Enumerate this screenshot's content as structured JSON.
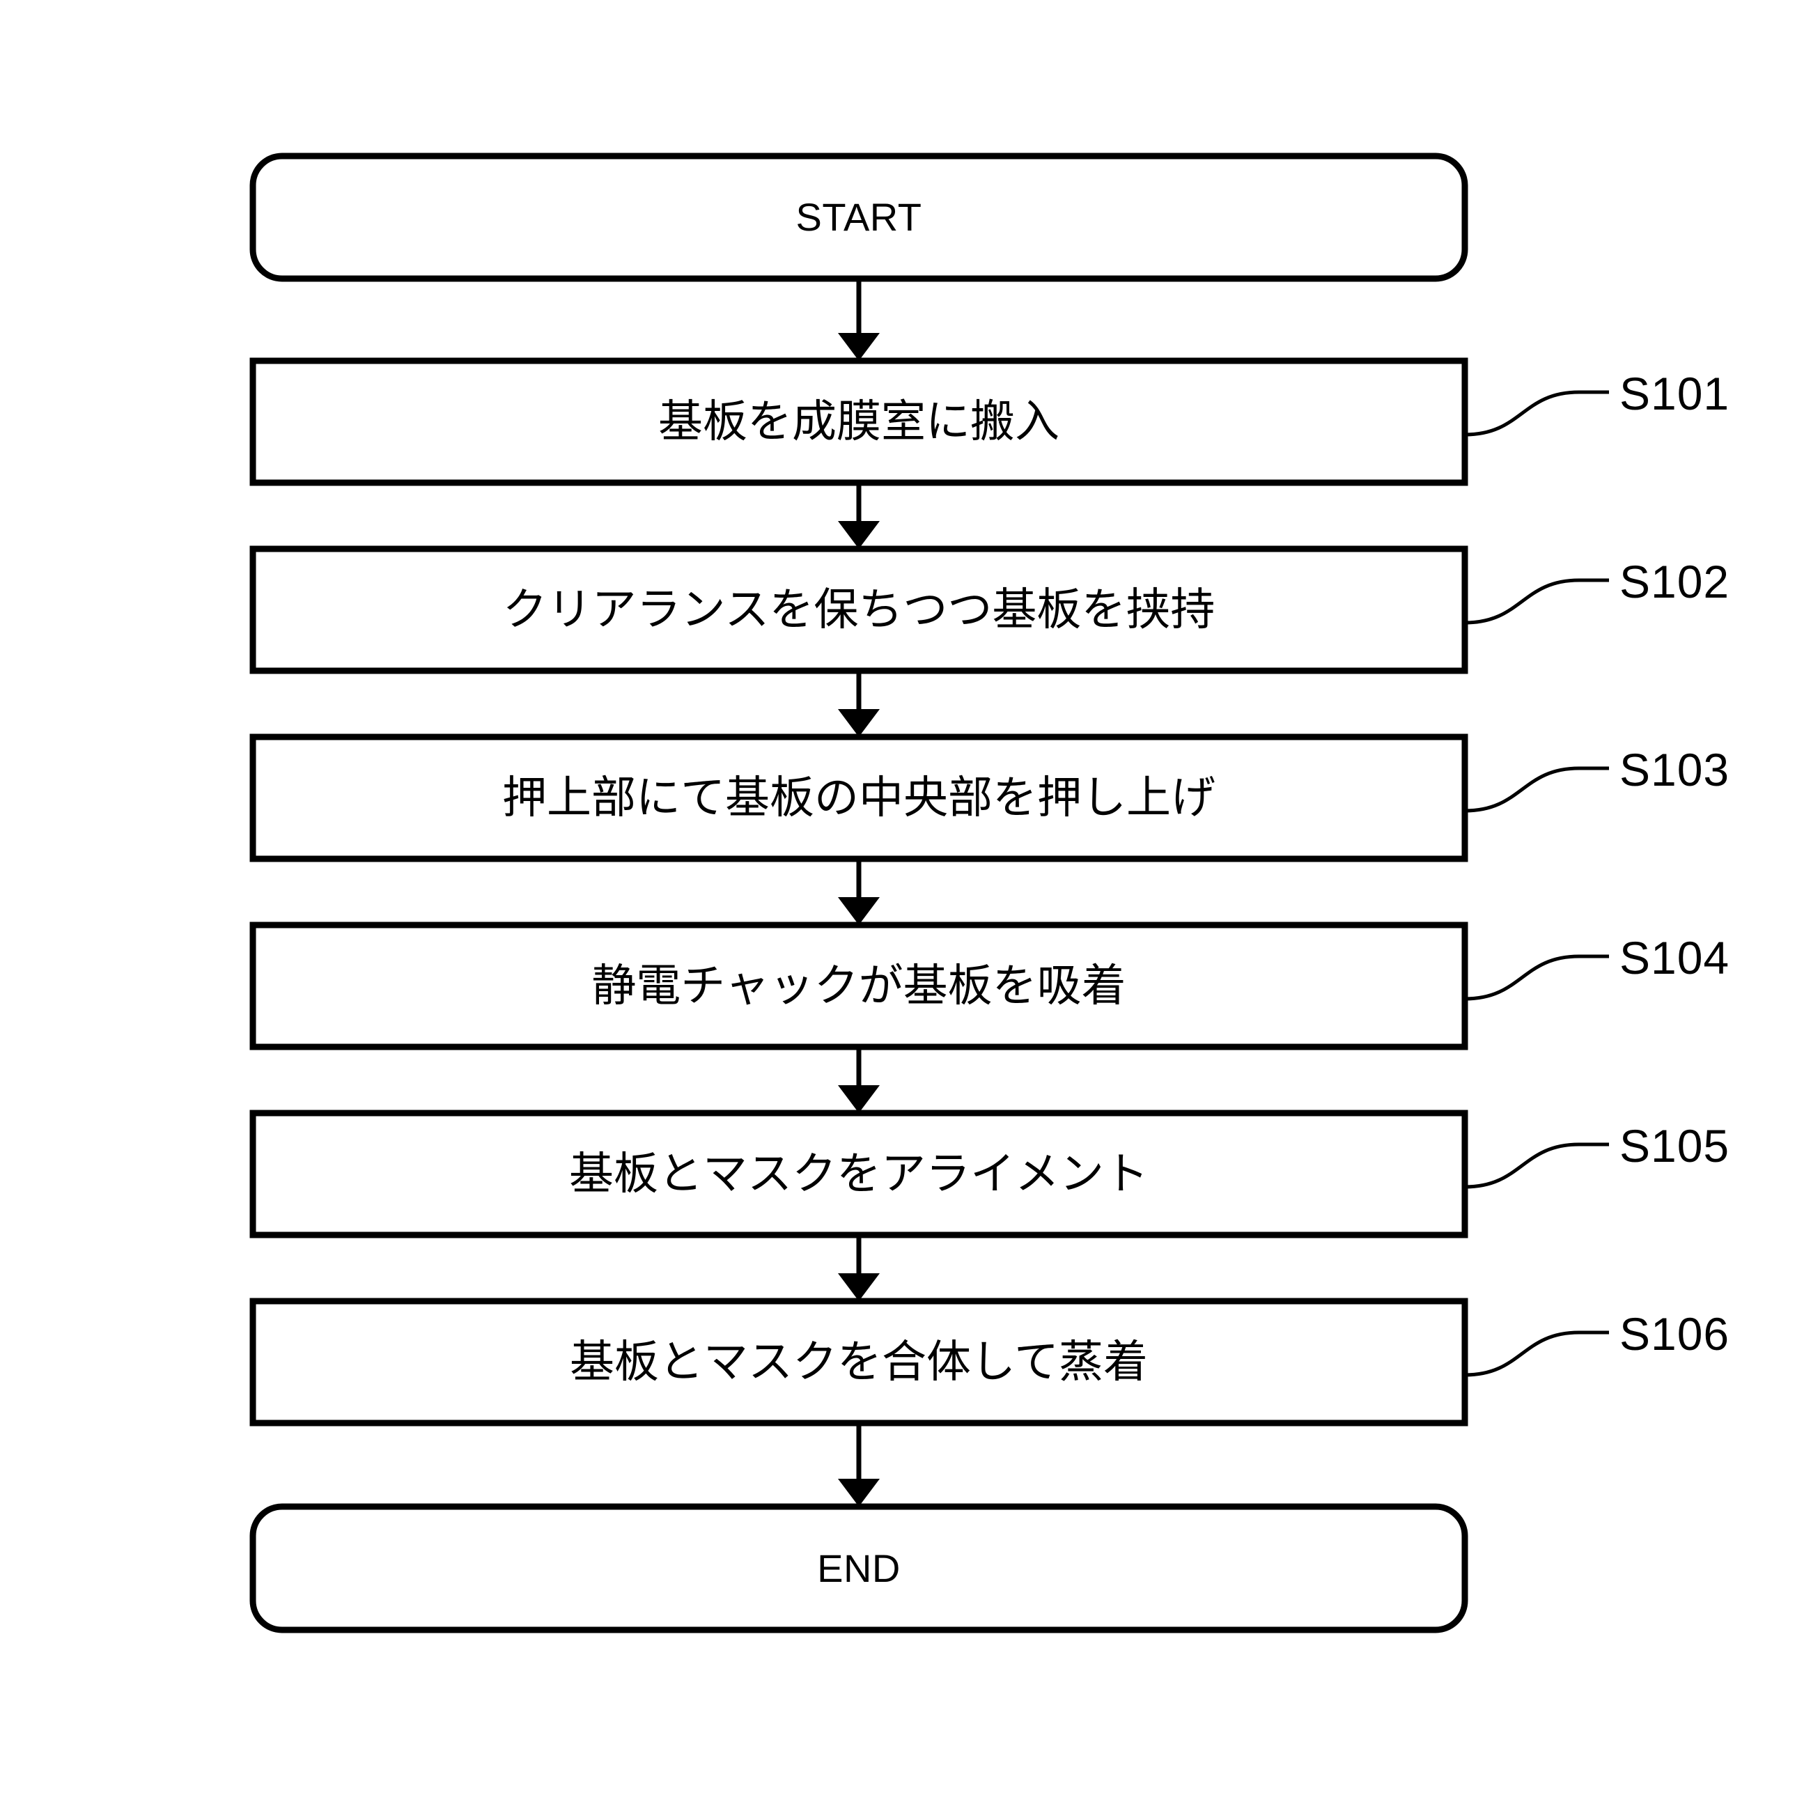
{
  "diagram": {
    "type": "flowchart",
    "orientation": "top-to-bottom",
    "background_color": "#ffffff",
    "line_color": "#000000",
    "text_color": "#000000",
    "start": {
      "label": "START",
      "shape": "rounded-terminator"
    },
    "end": {
      "label": "END",
      "shape": "rounded-terminator"
    },
    "steps": [
      {
        "tag": "S101",
        "label": "基板を成膜室に搬入",
        "shape": "rectangle"
      },
      {
        "tag": "S102",
        "label": "クリアランスを保ちつつ基板を挟持",
        "shape": "rectangle"
      },
      {
        "tag": "S103",
        "label": "押上部にて基板の中央部を押し上げ",
        "shape": "rectangle"
      },
      {
        "tag": "S104",
        "label": "静電チャックが基板を吸着",
        "shape": "rectangle"
      },
      {
        "tag": "S105",
        "label": "基板とマスクをアライメント",
        "shape": "rectangle"
      },
      {
        "tag": "S106",
        "label": "基板とマスクを合体して蒸着",
        "shape": "rectangle"
      }
    ]
  }
}
